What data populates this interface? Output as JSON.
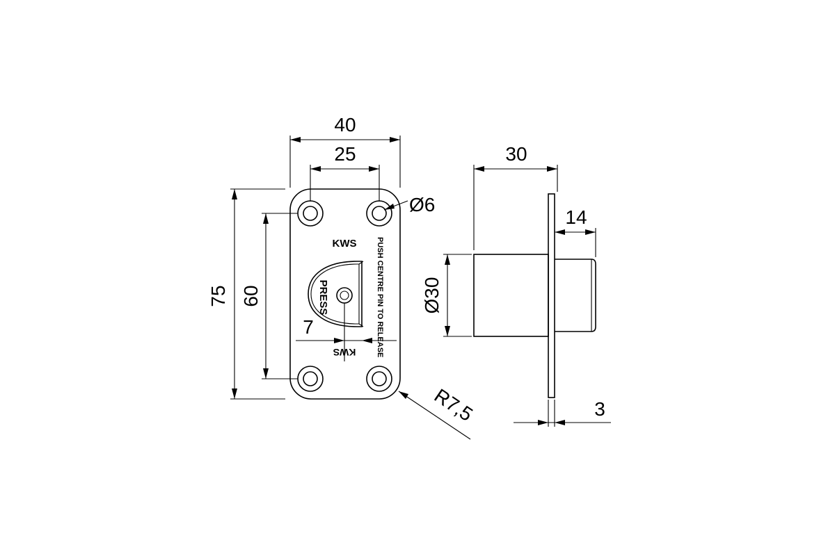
{
  "dimensions": {
    "plate_width": "40",
    "hole_spacing_x": "25",
    "plate_height": "75",
    "hole_spacing_y": "60",
    "hole_diameter": "Ø6",
    "offset": "7",
    "corner_radius": "R7,5",
    "depth": "30",
    "pin_projection": "14",
    "body_diameter": "Ø30",
    "plate_thickness": "3"
  },
  "plate_labels": {
    "brand_top": "KWS",
    "brand_bottom": "KWS",
    "press": "PRESS",
    "instruction": "PUSH CENTRE PIN TO RELEASE"
  }
}
